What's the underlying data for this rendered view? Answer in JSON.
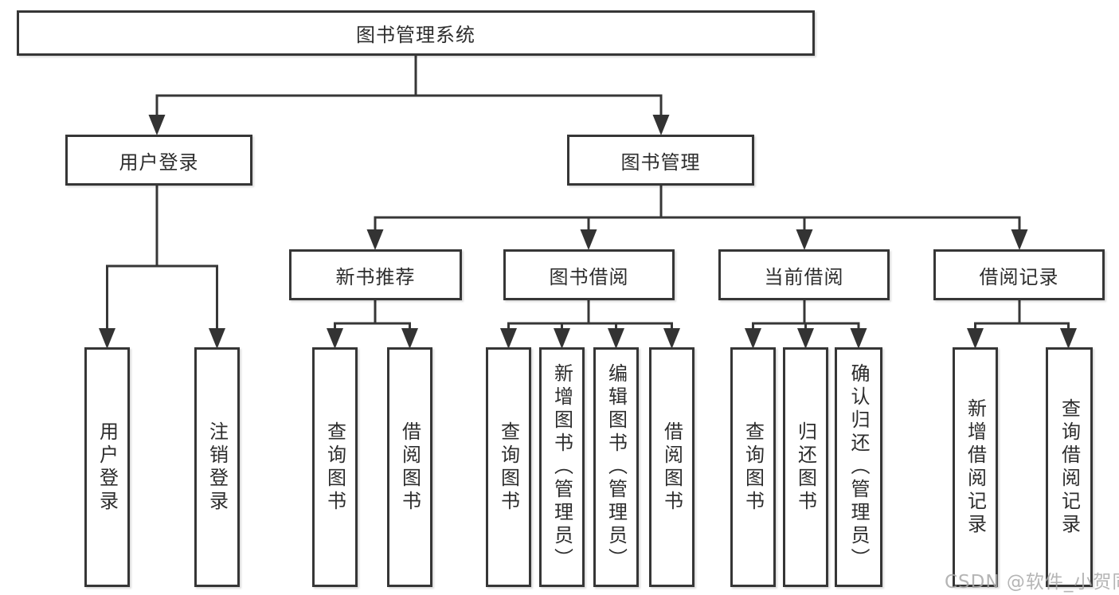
{
  "root": {
    "label": "图书管理系统"
  },
  "level2": [
    {
      "label": "用户登录"
    },
    {
      "label": "图书管理"
    }
  ],
  "level3": [
    {
      "label": "新书推荐"
    },
    {
      "label": "图书借阅"
    },
    {
      "label": "当前借阅"
    },
    {
      "label": "借阅记录"
    }
  ],
  "leaves": [
    {
      "label": "用户登录"
    },
    {
      "label": "注销登录"
    },
    {
      "label": "查询图书"
    },
    {
      "label": "借阅图书"
    },
    {
      "label": "查询图书"
    },
    {
      "label": "新增图书（管理员）"
    },
    {
      "label": "编辑图书（管理员）"
    },
    {
      "label": "借阅图书"
    },
    {
      "label": "查询图书"
    },
    {
      "label": "归还图书"
    },
    {
      "label": "确认归还（管理员）"
    },
    {
      "label": "新增借阅记录"
    },
    {
      "label": "查询借阅记录"
    }
  ],
  "watermark": {
    "text": "CSDN @软件_小贺同学"
  },
  "colors": {
    "line": "#373737",
    "border": "#363636",
    "text": "#2d2d2d",
    "watermark": "#a8a8a8",
    "background": "#ffffff"
  }
}
